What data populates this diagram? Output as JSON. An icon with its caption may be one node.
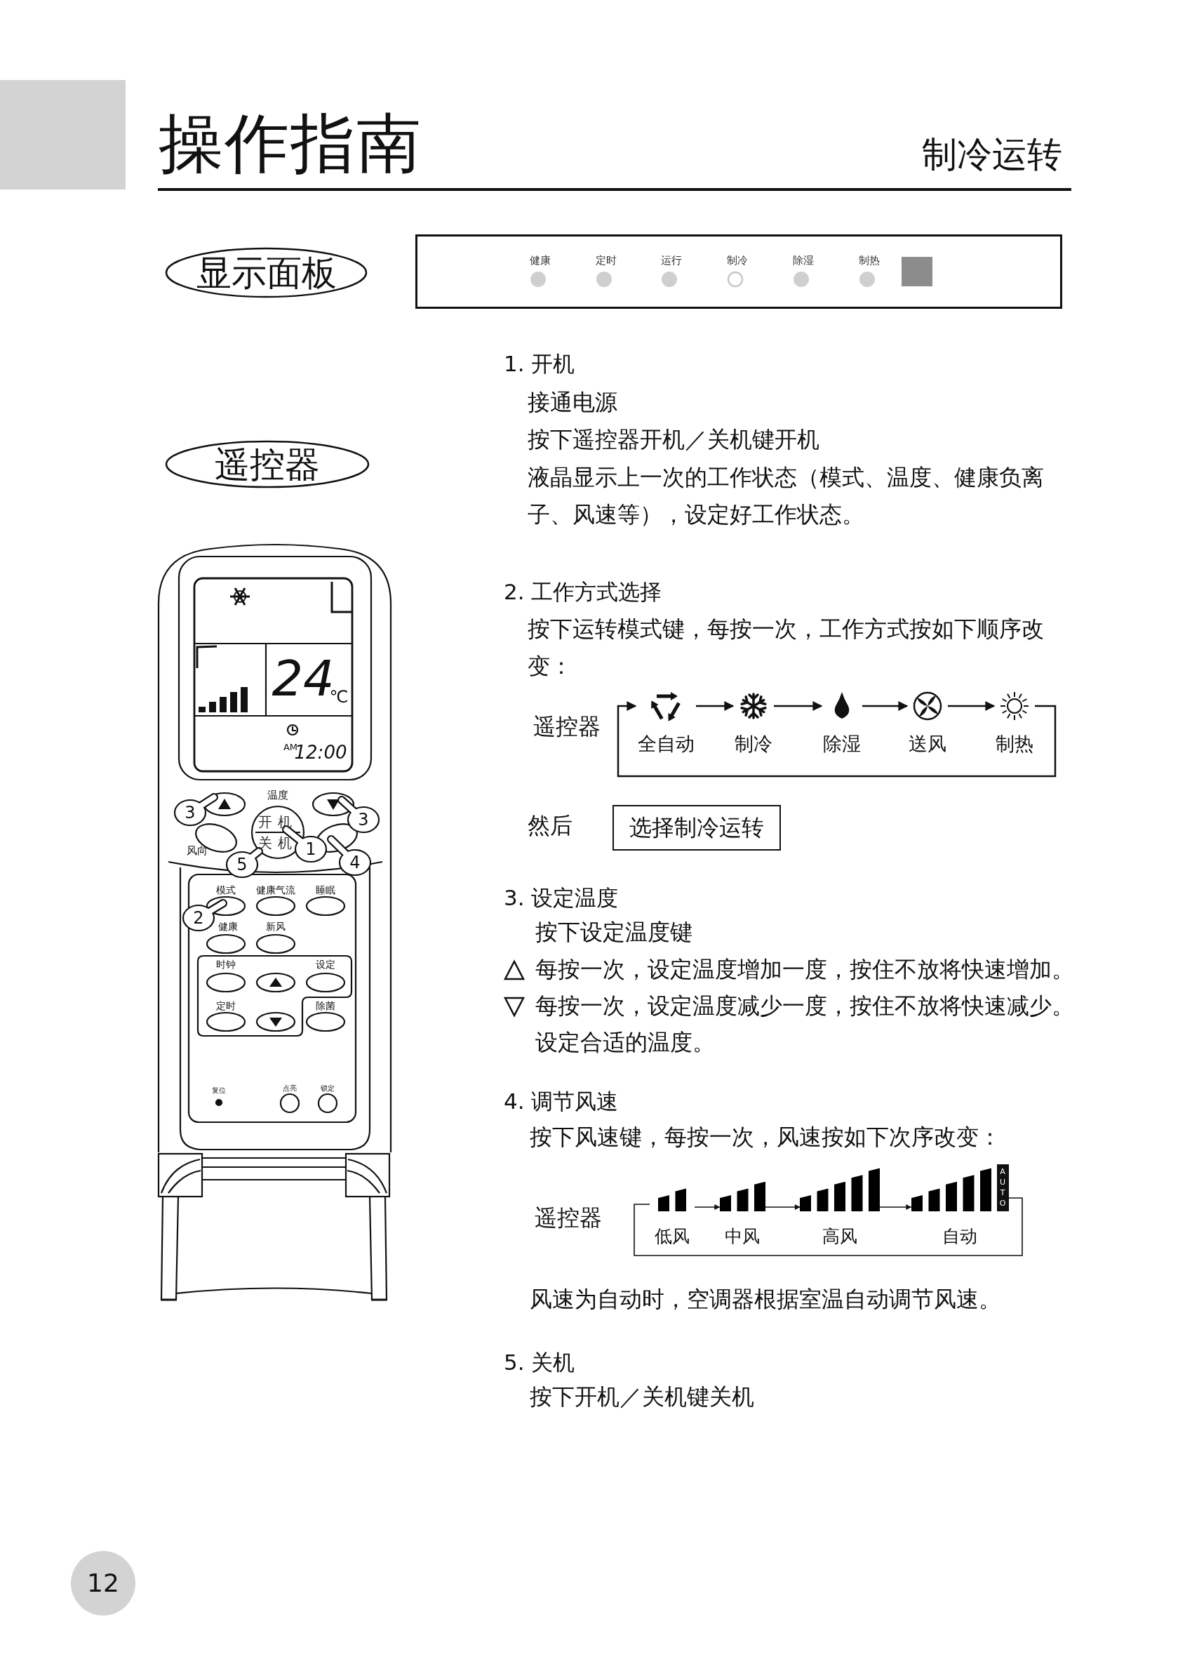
{
  "diagram": {
    "title": "操作指南",
    "nodes": [
      {
        "text": [
          "显示面板"
        ]
      },
      {
        "text": [
          "健康",
          "定时",
          "运行",
          "制冷",
          "除湿",
          "制热"
        ]
      },
      {
        "text": [
          "遥控器"
        ]
      },
      {
        "text": [
          "全自动"
        ]
      },
      {
        "text": [
          "制冷"
        ]
      },
      {
        "text": [
          "除湿"
        ]
      },
      {
        "text": [
          "送风"
        ]
      },
      {
        "text": [
          "制热"
        ]
      },
      {
        "text": [
          "选择制冷运转"
        ]
      },
      {
        "text": [
          "低风"
        ]
      },
      {
        "text": [
          "中风"
        ]
      },
      {
        "text": [
          "高风"
        ]
      },
      {
        "text": [
          "自动",
          "AUTO"
        ]
      }
    ],
    "edges": [
      {
        "from": 3,
        "to": 4,
        "arrow": "to"
      },
      {
        "from": 4,
        "to": 5,
        "arrow": "to"
      },
      {
        "from": 5,
        "to": 6,
        "arrow": "to"
      },
      {
        "from": 6,
        "to": 7,
        "arrow": "to"
      },
      {
        "from": 7,
        "to": 3,
        "arrow": "to"
      },
      {
        "from": 9,
        "to": 10,
        "arrow": "to"
      },
      {
        "from": 10,
        "to": 11,
        "arrow": "to"
      },
      {
        "from": 11,
        "to": 12,
        "arrow": "to"
      },
      {
        "from": 12,
        "to": 9,
        "arrow": "none"
      }
    ],
    "labels": [
      "制冷运转",
      "1. 开机",
      "接通电源",
      "按下遥控器开机／关机键开机",
      "液晶显示上一次的工作状态（模式、温度、健康负离子、风速等），设定好工作状态。",
      "2. 工作方式选择",
      "按下运转模式键，每按一次，工作方式按如下顺序改变：",
      "遥控器",
      "然后",
      "3. 设定温度",
      "按下设定温度键",
      "每按一次，设定温度增加一度，按住不放将快速增加。",
      "每按一次，设定温度减少一度，按住不放将快速减少。",
      "设定合适的温度。",
      "4. 调节风速",
      "按下风速键，每按一次，风速按如下次序改变：",
      "遥控器",
      "风速为自动时，空调器根据室温自动调节风速。",
      "5. 关机",
      "按下开机／关机键关机",
      "12",
      "24",
      "℃",
      "AM",
      "12:00",
      "温度",
      "开机",
      "关机",
      "风向",
      "3",
      "3",
      "1",
      "5",
      "4",
      "2",
      "模式",
      "健康气流",
      "睡眠",
      "健康",
      "新风",
      "时钟",
      "设定",
      "定时",
      "除菌",
      "复位",
      "点亮",
      "锁定"
    ]
  }
}
